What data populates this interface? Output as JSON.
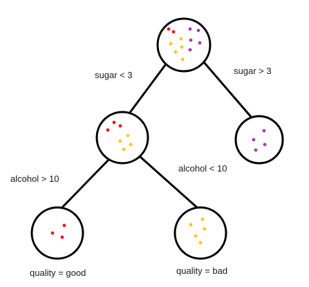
{
  "colors": {
    "red": "#e8141d",
    "yellow": "#ffc41f",
    "purple": "#a23cb3",
    "stroke": "#000000"
  },
  "edges": [
    {
      "id": "edge-root-left",
      "label": "sugar < 3"
    },
    {
      "id": "edge-root-right",
      "label": "sugar > 3"
    },
    {
      "id": "edge-mid-left",
      "label": "alcohol > 10"
    },
    {
      "id": "edge-mid-right",
      "label": "alcohol < 10"
    }
  ],
  "nodes": [
    {
      "id": "node-root",
      "dots": {
        "red": 2,
        "yellow": 5,
        "purple": 5
      }
    },
    {
      "id": "node-mid",
      "dots": {
        "red": 3,
        "yellow": 4,
        "purple": 0
      }
    },
    {
      "id": "node-right-leaf",
      "dots": {
        "red": 0,
        "yellow": 0,
        "purple": 4
      }
    },
    {
      "id": "node-good-leaf",
      "dots": {
        "red": 3,
        "yellow": 0,
        "purple": 0
      }
    },
    {
      "id": "node-bad-leaf",
      "dots": {
        "red": 0,
        "yellow": 5,
        "purple": 0
      }
    }
  ],
  "leaves": {
    "good_label": "quality = good",
    "bad_label": "quality = bad"
  }
}
